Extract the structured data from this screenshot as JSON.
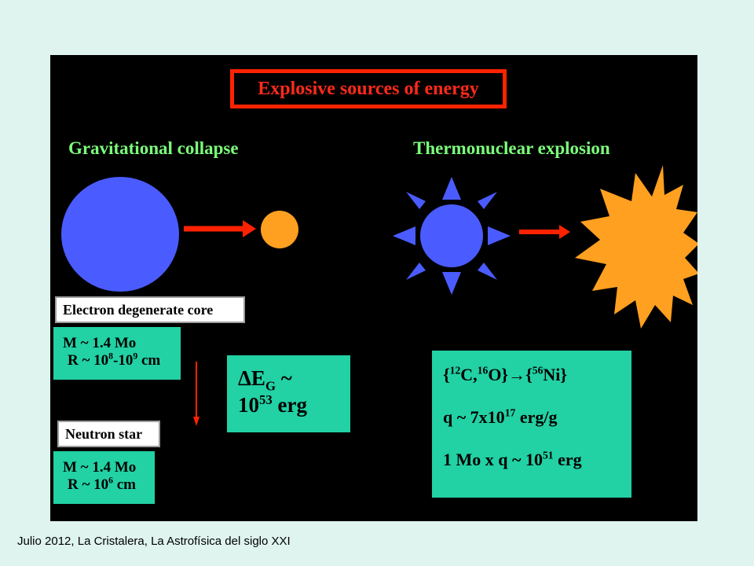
{
  "title": "Explosive sources of energy",
  "left_heading": "Gravitational collapse",
  "right_heading": "Thermonuclear explosion",
  "labels": {
    "electron_core": "Electron degenerate core",
    "neutron_star": "Neutron star"
  },
  "core_params": {
    "mass": "M ~ 1.4 Mo",
    "radius_prefix": "R ~ 10",
    "exp1": "8",
    "dash": "-10",
    "exp2": "9",
    "unit": " cm"
  },
  "neutron_params": {
    "mass": "M ~ 1.4 Mo",
    "radius_prefix": "R ~ 10",
    "exp": "6",
    "unit": " cm"
  },
  "energy_gravitational": {
    "delta": "ΔE",
    "sub": "G",
    "tilde": " ~",
    "base": "10",
    "exp": "53",
    "unit": " erg"
  },
  "thermonuclear": {
    "l1_open": "{",
    "l1_c_mass": "12",
    "l1_c": "C,",
    "l1_o_mass": "16",
    "l1_o": "O}",
    "l1_arrow": "→{",
    "l1_ni_mass": "56",
    "l1_ni": "Ni}",
    "l2_prefix": "q ~ 7x10",
    "l2_exp": "17",
    "l2_unit": " erg/g",
    "l3_prefix": "1 Mo x q ~ 10",
    "l3_exp": "51",
    "l3_unit": " erg"
  },
  "footer": "Julio 2012, La Cristalera, La Astrofísica del siglo XXI",
  "colors": {
    "background": "#dff4ef",
    "panel": "#000000",
    "title_red": "#ff2a1a",
    "heading_green": "#7cff7a",
    "blue": "#4a5cff",
    "orange": "#ffa020",
    "arrow_red": "#ff2200",
    "teal": "#22d1a4"
  }
}
